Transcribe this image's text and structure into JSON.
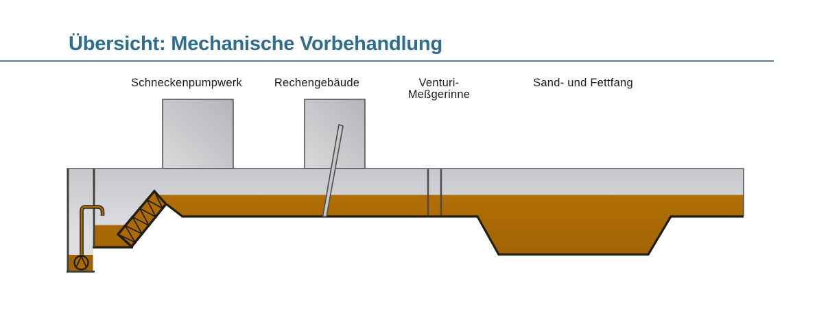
{
  "header": {
    "title": "Übersicht: Mechanische Vorbehandlung"
  },
  "diagram": {
    "stations": [
      {
        "key": "schneckenpumpwerk",
        "label": "Schneckenpumpwerk"
      },
      {
        "key": "rechengebaeude",
        "label": "Rechengebäude"
      },
      {
        "key": "venturi-messgerinne",
        "label": "Venturi-",
        "label2": "Meßgerinne"
      },
      {
        "key": "sand-und-fettfang",
        "label": "Sand- und Fettfang"
      }
    ]
  },
  "colors": {
    "title": "#2E6D8D",
    "rule": "#54809A",
    "label-text": "#1B1B1B",
    "water": "#AC6A04",
    "water-top": "#B26F06",
    "water-bottom": "#A36303",
    "concrete-top": "#C6C7CB",
    "concrete-bottom": "#DEDFE3",
    "building-light": "#DADADC",
    "building-dark": "#B4B5B9",
    "outline-dark": "#201E14",
    "outline-gray": "#55555B",
    "wall": "#3E3E38",
    "rake-fill": "#C8C8CA",
    "venturi-line": "#4A4A4C",
    "background": "#FFFFFF"
  }
}
